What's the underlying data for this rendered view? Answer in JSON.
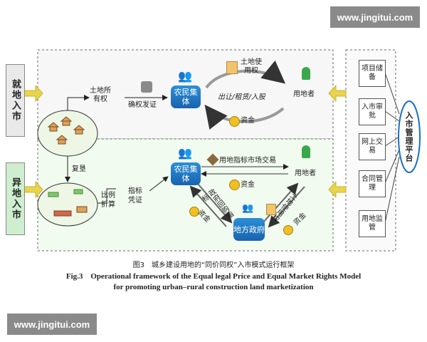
{
  "watermark_top": "www.jingitui.com",
  "watermark_bottom": "www.jingitui.com",
  "left": {
    "top_label": "就地入市",
    "bottom_label": "异地入市"
  },
  "right": {
    "platform": "入市管理平台",
    "items": [
      "项目储备",
      "入市审批",
      "网上交易",
      "合同管理",
      "用地监管"
    ]
  },
  "top": {
    "land_ownership": "土地所有权",
    "confirm": "确权发证",
    "collective": "农民集体",
    "land_use_right": "土地使用权",
    "transfer": "出让/租赁/入股",
    "funds": "资金",
    "user": "用地者"
  },
  "bottom": {
    "reclaim": "复垦",
    "ratio": "比例折算",
    "voucher": "指标凭证",
    "collective": "农民集体",
    "market": "用地指标市场交易",
    "funds_a": "资金",
    "user": "用地者",
    "gov_buyback": "政府回购指标",
    "funds_b": "资金",
    "land_use_right": "土地使用权",
    "funds_c": "资金",
    "local_gov": "地方政府"
  },
  "caption": {
    "cn": "图3　城乡建设用地的“同价同权”入市模式运行框架",
    "en1": "Fig.3　Operational framework of the Equal legal Price and Equal Market Rights Model",
    "en2": "for promoting urban–rural construction land marketization"
  },
  "colors": {
    "accent_blue": "#1a6fc0",
    "top_fill": "#e9e9e9",
    "bottom_fill": "#cfeecf",
    "arrow_yellow": "#e8d44d"
  }
}
